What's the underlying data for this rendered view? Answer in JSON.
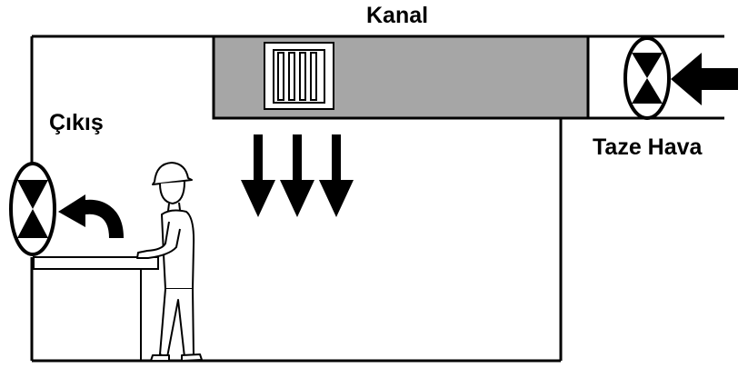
{
  "labels": {
    "duct": "Kanal",
    "exhaust": "Çıkış",
    "fresh_air": "Taze Hava"
  },
  "colors": {
    "line": "#000000",
    "duct_fill": "#a6a6a6",
    "background": "#ffffff"
  },
  "icons": [
    "inlet-fan-icon",
    "exhaust-fan-icon",
    "fresh-air-arrow-icon",
    "exhaust-curved-arrow-icon",
    "downflow-arrow-icon",
    "diffuser-grille-icon",
    "worker-icon",
    "workbench-icon"
  ]
}
